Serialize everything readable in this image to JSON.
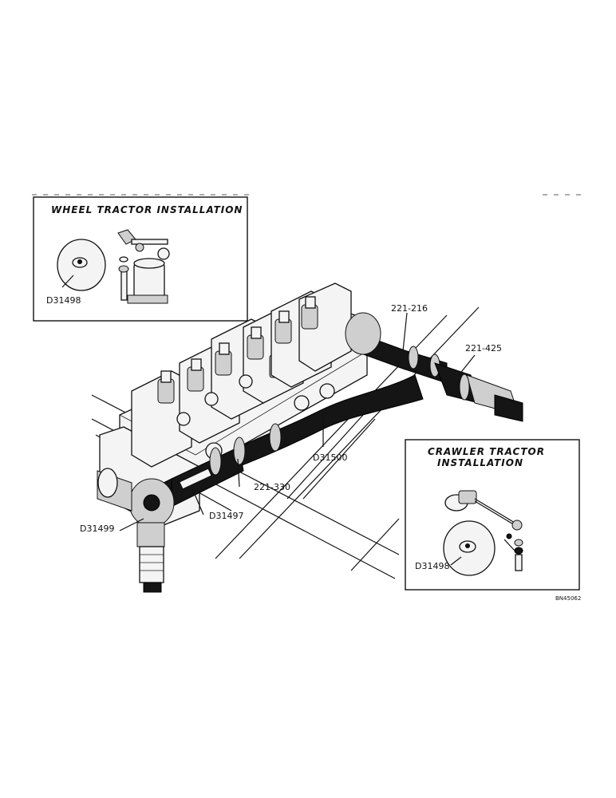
{
  "insets": {
    "wheel": {
      "title": "WHEEL TRACTOR INSTALLATION",
      "part": "D31498"
    },
    "crawler": {
      "title_line1": "CRAWLER TRACTOR",
      "title_line2": "INSTALLATION",
      "part": "D31498"
    }
  },
  "callouts": {
    "hose_upper": "221-216",
    "fitting_right": "221-425",
    "tube_center": "D31500",
    "hose_lower": "221-330",
    "hose_left": "D31497",
    "elbow_left": "D31499"
  },
  "drawing_number": "BN45062"
}
